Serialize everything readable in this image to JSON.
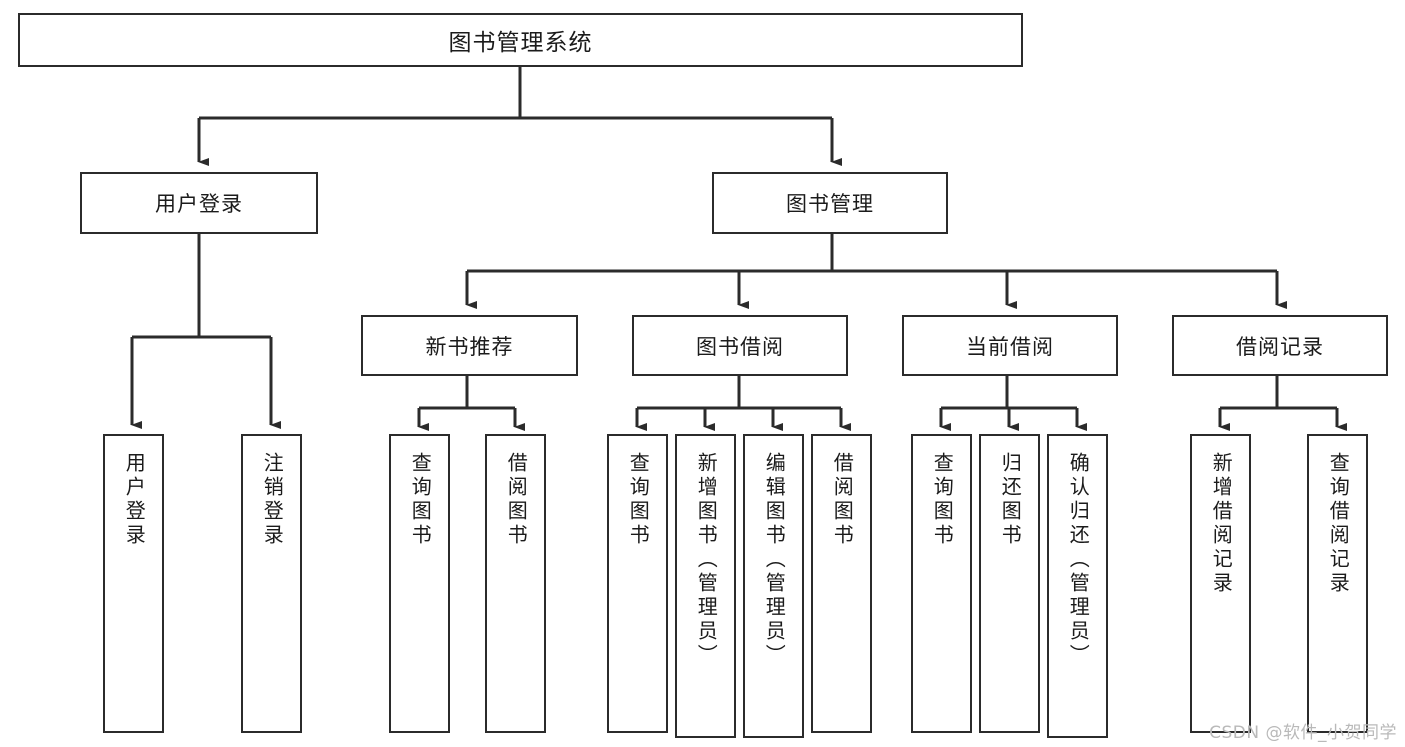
{
  "diagram": {
    "title": "图书管理系统",
    "type": "tree-hierarchy-diagram",
    "colors": {
      "box_border": "#2b2b2b",
      "box_fill": "#ffffff",
      "connector": "#2b2b2b",
      "watermark": "#b9b9b9",
      "background": "#ffffff"
    },
    "watermark": "CSDN @软件_小贺同学"
  },
  "nodes": {
    "root": {
      "label": "图书管理系统"
    },
    "level1": [
      {
        "label": "用户登录"
      },
      {
        "label": "图书管理"
      }
    ],
    "level2": [
      {
        "label": "新书推荐"
      },
      {
        "label": "图书借阅"
      },
      {
        "label": "当前借阅"
      },
      {
        "label": "借阅记录"
      }
    ],
    "leaves": {
      "user_login": [
        {
          "label": "用户登录"
        },
        {
          "label": "注销登录"
        }
      ],
      "new_book_recommend": [
        {
          "label": "查询图书"
        },
        {
          "label": "借阅图书"
        }
      ],
      "book_borrow": [
        {
          "label": "查询图书"
        },
        {
          "label": "新增图书（管理员）"
        },
        {
          "label": "编辑图书（管理员）"
        },
        {
          "label": "借阅图书"
        }
      ],
      "current_borrow": [
        {
          "label": "查询图书"
        },
        {
          "label": "归还图书"
        },
        {
          "label": "确认归还（管理员）"
        }
      ],
      "borrow_record": [
        {
          "label": "新增借阅记录"
        },
        {
          "label": "查询借阅记录"
        }
      ]
    }
  }
}
